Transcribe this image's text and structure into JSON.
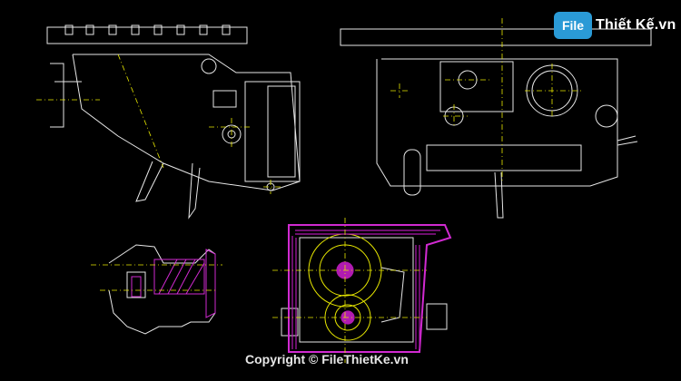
{
  "logo": {
    "badge_text": "File",
    "brand_text": "Thiết Kế.vn",
    "badge_color": "#2a9ad6"
  },
  "watermark": {
    "copyright": "Copyright © FileThietKe.vn"
  },
  "colors": {
    "background": "#000000",
    "drawing_white": "#e6e6e6",
    "centerline_yellow": "#e8e800",
    "dimension_green": "#2ee82e",
    "section_magenta": "#d12ad1",
    "hatch_magenta": "#b11bb1"
  }
}
